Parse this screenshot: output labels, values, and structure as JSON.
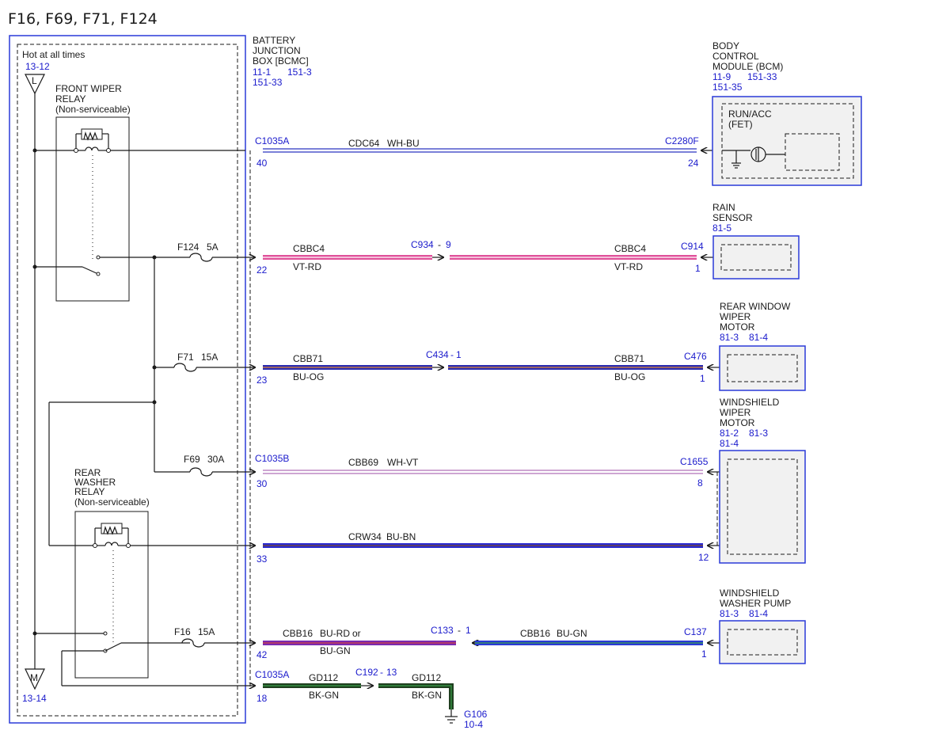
{
  "title": "F16, F69, F71, F124",
  "hot_label": "Hot at all times",
  "hot_ref": "13-12",
  "hot_letter": "L",
  "ground_letter": "M",
  "ground_ref": "13-14",
  "front_relay": {
    "line1": "FRONT WIPER",
    "line2": "RELAY",
    "line3": "(Non-serviceable)"
  },
  "rear_relay": {
    "line1": "REAR",
    "line2": "WASHER",
    "line3": "RELAY",
    "line4": "(Non-serviceable)"
  },
  "bjb": {
    "line1": "BATTERY",
    "line2": "JUNCTION",
    "line3": "BOX [BCMC]",
    "ref1": "11-1",
    "ref2": "151-3",
    "ref3": "151-33"
  },
  "fuses": {
    "f124": "F124",
    "f124_amp": "5A",
    "f71": "F71",
    "f71_amp": "15A",
    "f69": "F69",
    "f69_amp": "30A",
    "f16": "F16",
    "f16_amp": "15A"
  },
  "modules": {
    "bcm": {
      "line1": "BODY",
      "line2": "CONTROL",
      "line3": "MODULE (BCM)",
      "ref1": "11-9",
      "ref2": "151-33",
      "ref3": "151-35",
      "inner1": "RUN/ACC",
      "inner2": "(FET)"
    },
    "rain": {
      "line1": "RAIN",
      "line2": "SENSOR",
      "ref1": "81-5"
    },
    "rear_wiper": {
      "line1": "REAR WINDOW",
      "line2": "WIPER",
      "line3": "MOTOR",
      "ref1": "81-3",
      "ref2": "81-4"
    },
    "ws_wiper": {
      "line1": "WINDSHIELD",
      "line2": "WIPER",
      "line3": "MOTOR",
      "ref1": "81-2",
      "ref2": "81-3",
      "ref3": "81-4"
    },
    "washer": {
      "line1": "WINDSHIELD",
      "line2": "WASHER PUMP",
      "ref1": "81-3",
      "ref2": "81-4"
    }
  },
  "wires": {
    "w1": {
      "conn_l": "C1035A",
      "pin_l": "40",
      "circuit": "CDC64",
      "color": "WH-BU",
      "conn_r": "C2280F",
      "pin_r": "24"
    },
    "w2": {
      "pin_l": "22",
      "circuit_l": "CBBC4",
      "color_l": "VT-RD",
      "mid": "C934",
      "mid_pin": "9",
      "circuit_r": "CBBC4",
      "color_r": "VT-RD",
      "conn_r": "C914",
      "pin_r": "1"
    },
    "w3": {
      "pin_l": "23",
      "circuit_l": "CBB71",
      "color_l": "BU-OG",
      "mid": "C434",
      "mid_pin": "1",
      "circuit_r": "CBB71",
      "color_r": "BU-OG",
      "conn_r": "C476",
      "pin_r": "1"
    },
    "w4": {
      "conn_l": "C1035B",
      "pin_l": "30",
      "circuit": "CBB69",
      "color": "WH-VT",
      "conn_r": "C1655",
      "pin_r": "8"
    },
    "w5": {
      "pin_l": "33",
      "circuit": "CRW34",
      "color": "BU-BN",
      "pin_r": "12"
    },
    "w6": {
      "pin_l": "42",
      "circuit_l": "CBB16",
      "color_l1": "BU-RD",
      "or": "or",
      "color_l2": "BU-GN",
      "mid": "C133",
      "mid_pin": "1",
      "circuit_r": "CBB16",
      "color_r": "BU-GN",
      "conn_r": "C137",
      "pin_r": "1"
    },
    "w7": {
      "conn_l": "C1035A",
      "pin_l": "18",
      "circuit_l": "GD112",
      "color_l": "BK-GN",
      "mid": "C192",
      "mid_pin": "13",
      "circuit_r": "GD112",
      "color_r": "BK-GN",
      "ground": "G106",
      "ground_ref": "10-4"
    }
  },
  "colors": {
    "wh_bu": "#2a34c0",
    "vt_rd": "#e0509a",
    "bu_og": "#2a2ab0",
    "wh_vt": "#b070b8",
    "bu_bn": "#2a2ad0",
    "bu_rd": "#7a2ab0",
    "bu_gn": "#2a3ad8",
    "bk_gn": "#1f3f1f",
    "border": "#2a3ad8"
  }
}
